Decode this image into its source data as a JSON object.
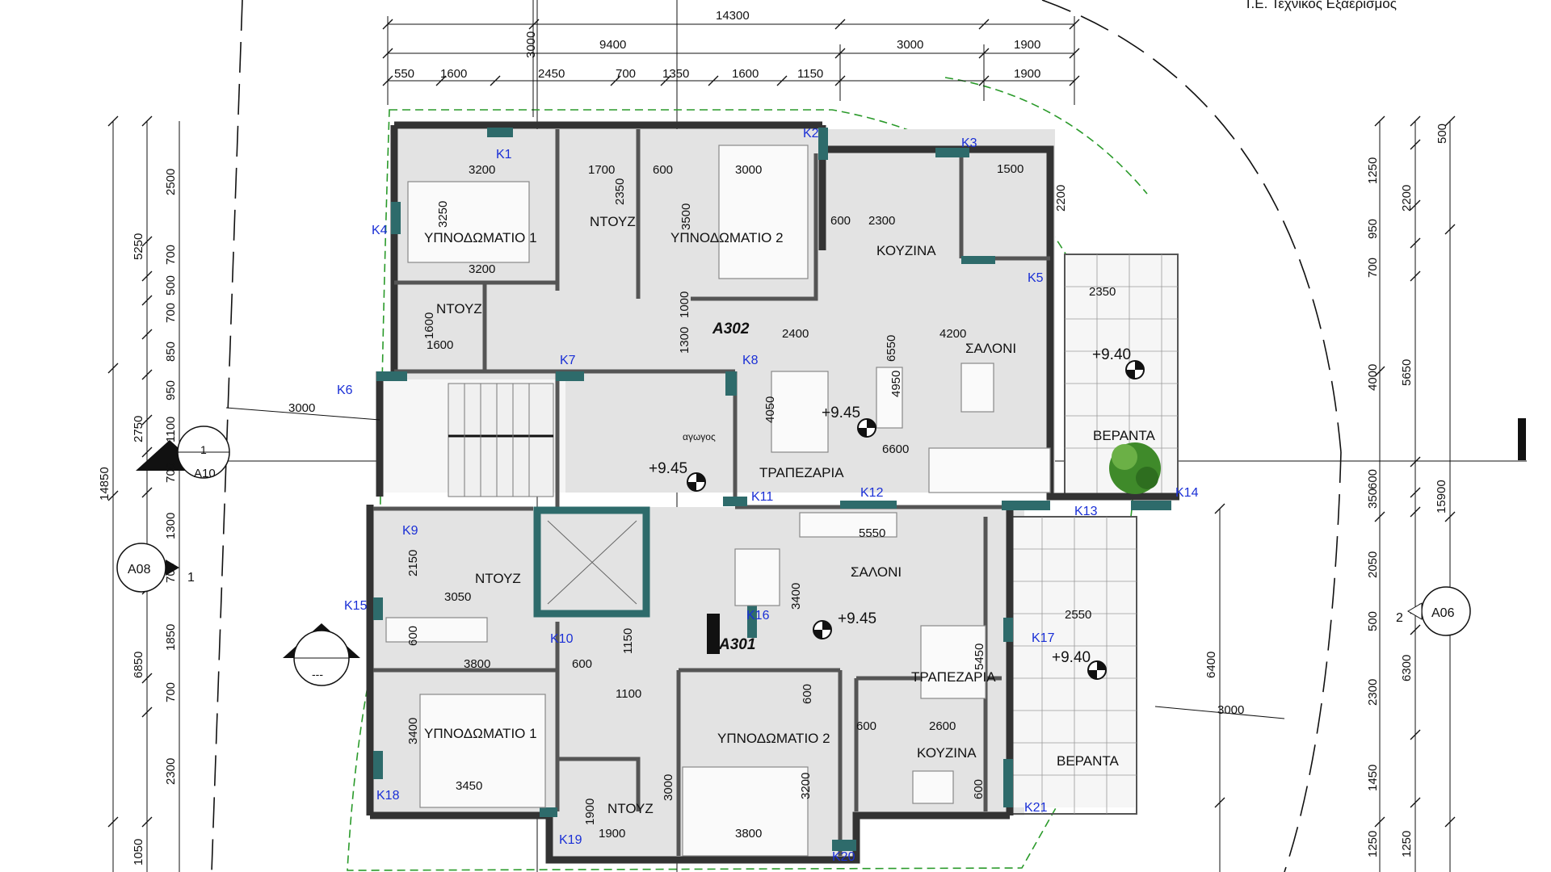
{
  "header_text": "Τ.Ε. Τεχνικός Εξαερισμός",
  "units": [
    {
      "label": "A302",
      "level": "+9.45"
    },
    {
      "label": "A301",
      "level": "+9.45"
    }
  ],
  "rooms": {
    "bedroom1": "ΥΠΝΟΔΩΜΑΤΙΟ 1",
    "bedroom2": "ΥΠΝΟΔΩΜΑΤΙΟ 2",
    "shower": "ΝΤΟΥΖ",
    "kitchen": "ΚΟΥΖΙΝΑ",
    "living": "ΣΑΛΟΝΙ",
    "dining": "ΤΡΑΠΕΖΑΡΙΑ",
    "veranda": "ΒΕΡΑΝΤΑ",
    "duct": "αγωγος"
  },
  "levels": {
    "apartment": "+9.45",
    "veranda": "+9.40"
  },
  "section_markers": [
    {
      "number": "1",
      "sheet": "A10"
    },
    {
      "number": "",
      "sheet": "---"
    }
  ],
  "elevation_markers": [
    {
      "number": "1",
      "sheet": "A08"
    },
    {
      "number": "2",
      "sheet": "A06"
    }
  ],
  "column_tags": [
    "K1",
    "K2",
    "K3",
    "K4",
    "K5",
    "K6",
    "K7",
    "K8",
    "K9",
    "K10",
    "K11",
    "K12",
    "K13",
    "K14",
    "K15",
    "K16",
    "K17",
    "K18",
    "K19",
    "K20",
    "K21"
  ],
  "dimensions": {
    "top_overall": "14300",
    "top_mid": [
      "9400",
      "3000",
      "1900"
    ],
    "top_detail": [
      "550",
      "1600",
      "2450",
      "700",
      "1350",
      "1600",
      "1150",
      "1900"
    ],
    "top_offset": "3000",
    "left_overall": "14850",
    "left_major": [
      "5250",
      "2750",
      "6850",
      "1050"
    ],
    "left_detail": [
      "2500",
      "700",
      "500",
      "700",
      "850",
      "950",
      "1100",
      "700",
      "1300",
      "700",
      "1850",
      "700",
      "2300"
    ],
    "right_overall": "15900",
    "right_major": [
      "5650",
      "6300"
    ],
    "right_detail_a": [
      "500",
      "1250",
      "2200",
      "950",
      "700",
      "4000",
      "350",
      "600",
      "2050",
      "500",
      "2300",
      "1450",
      "1250"
    ],
    "right_detail_b": [
      "6400"
    ],
    "right_bottom": [
      "1250"
    ],
    "interior": {
      "upper": [
        "3200",
        "1700",
        "600",
        "3000",
        "3250",
        "2350",
        "3500",
        "3200",
        "600",
        "2300",
        "1500",
        "2200",
        "2350",
        "1600",
        "1600",
        "1000",
        "1300",
        "2400",
        "4200",
        "6550",
        "4950",
        "4050",
        "6600",
        "3000"
      ],
      "lower": [
        "2150",
        "3050",
        "5550",
        "3400",
        "2550",
        "600",
        "1150",
        "3800",
        "600",
        "5450",
        "1100",
        "600",
        "600",
        "2600",
        "3400",
        "3450",
        "1900",
        "1900",
        "3000",
        "3200",
        "3800",
        "600",
        "3000"
      ]
    }
  }
}
